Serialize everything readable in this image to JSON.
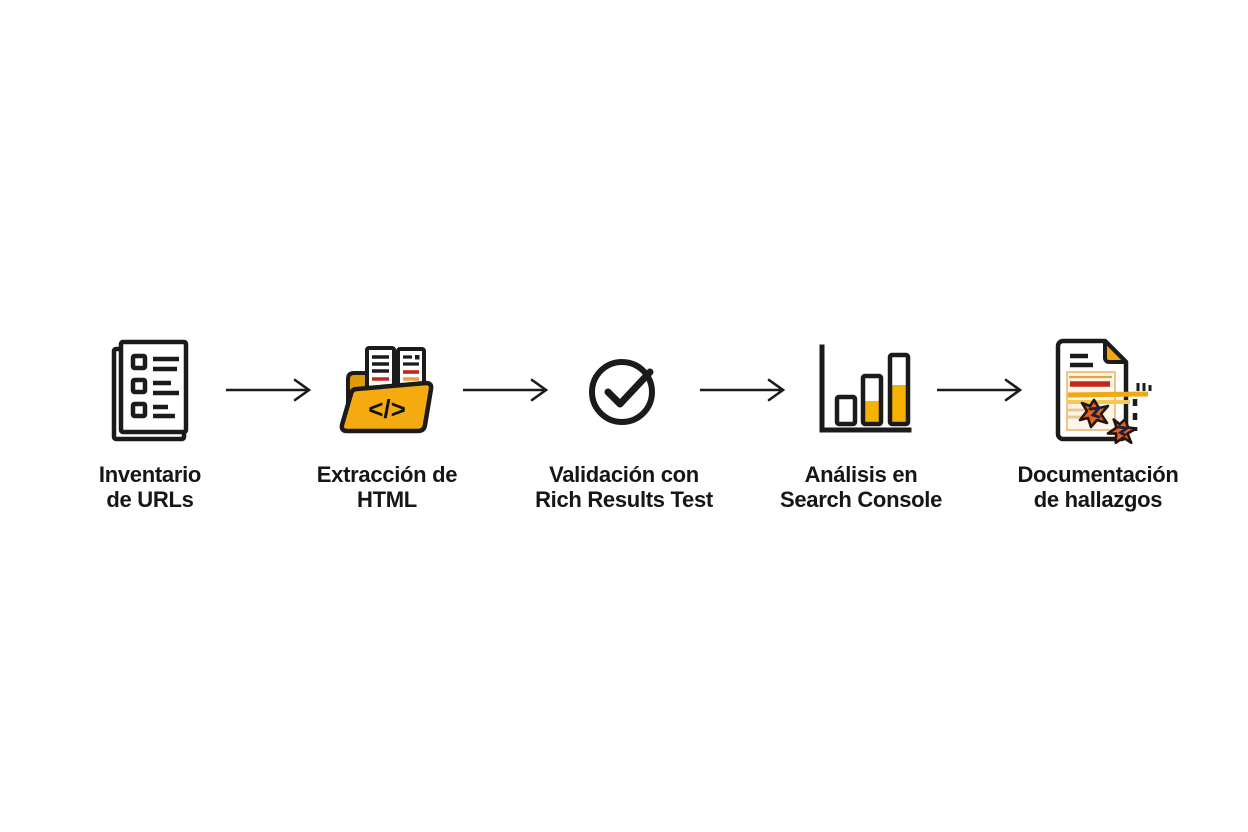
{
  "diagram": {
    "type": "process-flow",
    "direction": "left-to-right",
    "background": "#ffffff"
  },
  "colors": {
    "ink": "#1b1b1b",
    "text": "#161616",
    "folder_front": "#F5AB10",
    "folder_back": "#DF9A07",
    "bar_fill_yellow": "#F5B301",
    "doc_red_line": "#C3271A",
    "doc_orange_line": "#E8A33D",
    "highlight_yellow": "#EFA912",
    "highlight_light_yellow": "#F6C94F",
    "scribble_orange": "#E8621C",
    "scribble_dark": "#1C2340",
    "fold_amber": "#F2A70B"
  },
  "steps": [
    {
      "name": "inventario-urls",
      "icon": "checklist-document-icon",
      "label_line1": "Inventario",
      "label_line2": "de URLs"
    },
    {
      "name": "extraccion-html",
      "icon": "code-folder-icon",
      "icon_glyph": "</>",
      "label_line1": "Extracción de",
      "label_line2": "HTML"
    },
    {
      "name": "validacion-rich-results",
      "icon": "check-circle-icon",
      "label_line1": "Validación con",
      "label_line2": "Rich Results Test"
    },
    {
      "name": "analisis-search-console",
      "icon": "bar-chart-icon",
      "label_line1": "Análisis en",
      "label_line2": "Search Console"
    },
    {
      "name": "documentacion-hallazgos",
      "icon": "annotated-document-icon",
      "label_line1": "Documentación",
      "label_line2": "de hallazgos"
    }
  ],
  "arrows": {
    "count": 4,
    "style": "thin-open-chevron",
    "color": "#1b1b1b"
  }
}
